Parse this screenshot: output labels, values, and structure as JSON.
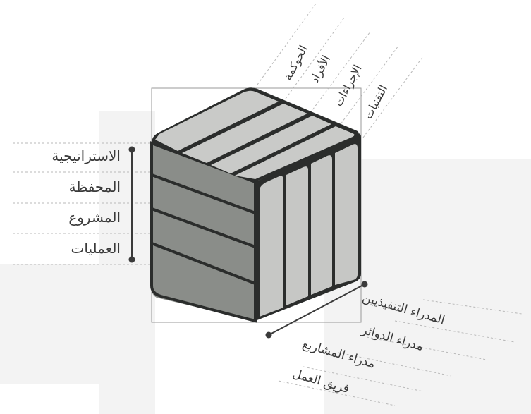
{
  "left_axis": {
    "labels": [
      "الاستراتيجية",
      "المحفظة",
      "المشروع",
      "العمليات"
    ]
  },
  "top_axis": {
    "labels": [
      "الحوكمة",
      "الأفراد",
      "الإجراءات",
      "التقنيات"
    ]
  },
  "bottom_axis": {
    "labels": [
      "المدراء التنفيذيين",
      "مدراء الدوائر",
      "مدراء المشاريع",
      "فريق العمل"
    ]
  },
  "colors": {
    "top_face": "#c9cac8",
    "left_face": "#8f928e",
    "right_face": "#c6c7c5",
    "edges": "#2b2d2c",
    "guide_lines": "#b8b8b8",
    "background_band": "#f3f3f3"
  }
}
